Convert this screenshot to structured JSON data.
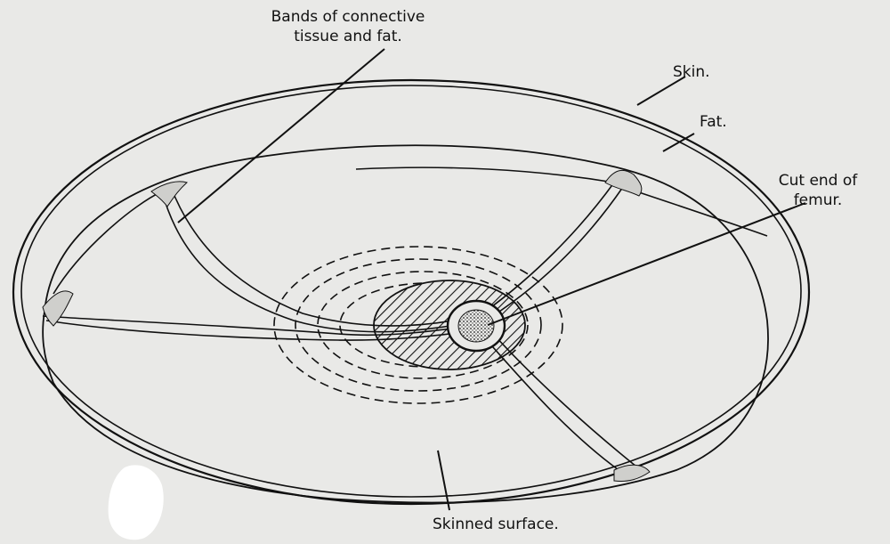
{
  "labels": {
    "bands_line1": "Bands of connective",
    "bands_line2": "tissue and fat.",
    "skin": "Skin.",
    "fat": "Fat.",
    "femur_line1": "Cut end of",
    "femur_line2": "femur.",
    "skinned_surface": "Skinned surface."
  },
  "colors": {
    "background": "#e9e9e7",
    "ink": "#111111"
  }
}
